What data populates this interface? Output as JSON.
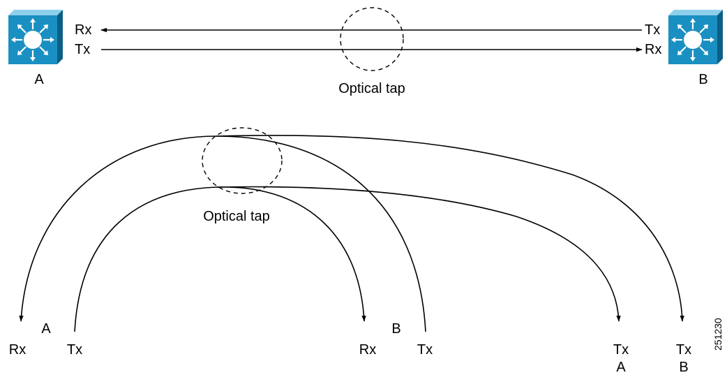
{
  "colors": {
    "switch_front": "#1a8fc1",
    "switch_top": "#8dd0ec",
    "switch_side": "#0c5f86",
    "line": "#000000"
  },
  "top": {
    "switch_a": {
      "icon": "multilayer-switch-icon",
      "label": "A"
    },
    "switch_b": {
      "icon": "multilayer-switch-icon",
      "label": "B"
    },
    "left_rx": "Rx",
    "left_tx": "Tx",
    "right_tx": "Tx",
    "right_rx": "Rx",
    "tap_label": "Optical tap"
  },
  "bottom": {
    "tap_label": "Optical tap",
    "a_label": "A",
    "b_label": "B",
    "rx_a": "Rx",
    "tx_a": "Tx",
    "rx_b": "Rx",
    "tx_b": "Tx",
    "tap_tx_a": "Tx",
    "tap_tx_a_label": "A",
    "tap_tx_b": "Tx",
    "tap_tx_b_label": "B"
  },
  "figure_id": "251230"
}
